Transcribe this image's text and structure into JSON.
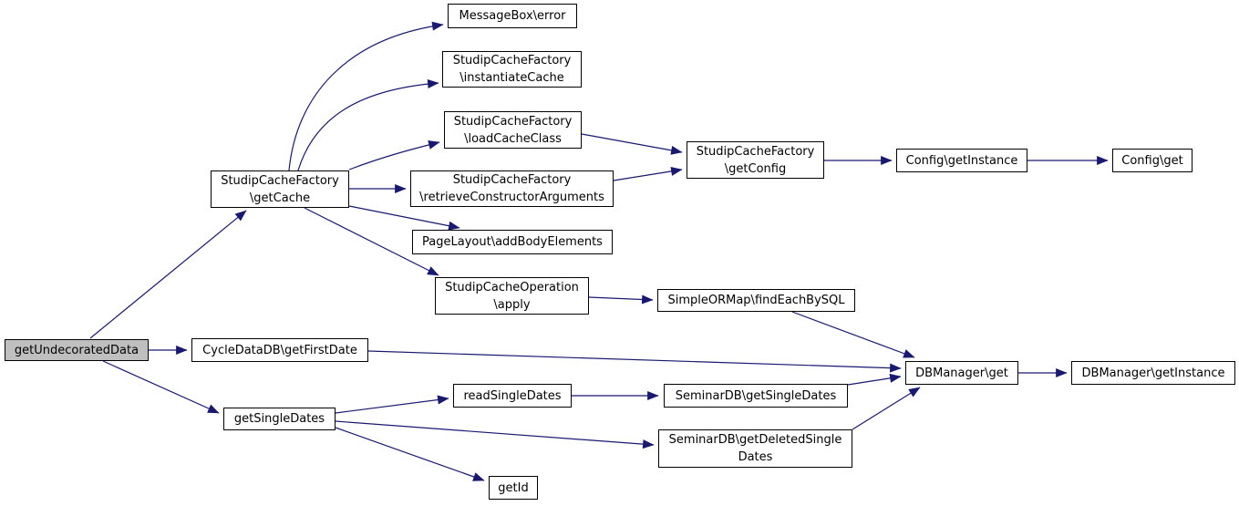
{
  "diagram": {
    "kind": "call-graph",
    "colors": {
      "background": "#ffffff",
      "edge": "#191970",
      "node_fill": "#ffffff",
      "node_border": "#000000",
      "node_text": "#000000",
      "highlight_fill": "#bfbfbf"
    },
    "nodes": {
      "undecorated": {
        "label": "getUndecoratedData",
        "highlighted": true
      },
      "getCache": {
        "label": "StudipCacheFactory\n\\getCache",
        "highlighted": false
      },
      "getFirstDate": {
        "label": "CycleDataDB\\getFirstDate",
        "highlighted": false
      },
      "getSingleDates": {
        "label": "getSingleDates",
        "highlighted": false
      },
      "msgError": {
        "label": "MessageBox\\error",
        "highlighted": false
      },
      "instantiateCache": {
        "label": "StudipCacheFactory\n\\instantiateCache",
        "highlighted": false
      },
      "loadCacheClass": {
        "label": "StudipCacheFactory\n\\loadCacheClass",
        "highlighted": false
      },
      "retrieveCtorArgs": {
        "label": "StudipCacheFactory\n\\retrieveConstructorArguments",
        "highlighted": false
      },
      "addBodyElements": {
        "label": "PageLayout\\addBodyElements",
        "highlighted": false
      },
      "apply": {
        "label": "StudipCacheOperation\n\\apply",
        "highlighted": false
      },
      "getConfig": {
        "label": "StudipCacheFactory\n\\getConfig",
        "highlighted": false
      },
      "configGetInstance": {
        "label": "Config\\getInstance",
        "highlighted": false
      },
      "configGet": {
        "label": "Config\\get",
        "highlighted": false
      },
      "findEachBySQL": {
        "label": "SimpleORMap\\findEachBySQL",
        "highlighted": false
      },
      "dbGet": {
        "label": "DBManager\\get",
        "highlighted": false
      },
      "dbGetInstance": {
        "label": "DBManager\\getInstance",
        "highlighted": false
      },
      "readSingleDates": {
        "label": "readSingleDates",
        "highlighted": false
      },
      "semGetSingleDates": {
        "label": "SeminarDB\\getSingleDates",
        "highlighted": false
      },
      "semGetDeletedSingleDates": {
        "label": "SeminarDB\\getDeletedSingle\nDates",
        "highlighted": false
      },
      "getId": {
        "label": "getId",
        "highlighted": false
      }
    },
    "edges": [
      {
        "from": "undecorated",
        "to": "getCache"
      },
      {
        "from": "undecorated",
        "to": "getFirstDate"
      },
      {
        "from": "undecorated",
        "to": "getSingleDates"
      },
      {
        "from": "getCache",
        "to": "msgError"
      },
      {
        "from": "getCache",
        "to": "instantiateCache"
      },
      {
        "from": "getCache",
        "to": "loadCacheClass"
      },
      {
        "from": "getCache",
        "to": "retrieveCtorArgs"
      },
      {
        "from": "getCache",
        "to": "addBodyElements"
      },
      {
        "from": "getCache",
        "to": "apply"
      },
      {
        "from": "loadCacheClass",
        "to": "getConfig"
      },
      {
        "from": "retrieveCtorArgs",
        "to": "getConfig"
      },
      {
        "from": "getConfig",
        "to": "configGetInstance"
      },
      {
        "from": "configGetInstance",
        "to": "configGet"
      },
      {
        "from": "apply",
        "to": "findEachBySQL"
      },
      {
        "from": "findEachBySQL",
        "to": "dbGet"
      },
      {
        "from": "getFirstDate",
        "to": "dbGet"
      },
      {
        "from": "getSingleDates",
        "to": "readSingleDates"
      },
      {
        "from": "getSingleDates",
        "to": "semGetDeletedSingleDates"
      },
      {
        "from": "getSingleDates",
        "to": "getId"
      },
      {
        "from": "readSingleDates",
        "to": "semGetSingleDates"
      },
      {
        "from": "semGetSingleDates",
        "to": "dbGet"
      },
      {
        "from": "semGetDeletedSingleDates",
        "to": "dbGet"
      },
      {
        "from": "dbGet",
        "to": "dbGetInstance"
      }
    ]
  }
}
